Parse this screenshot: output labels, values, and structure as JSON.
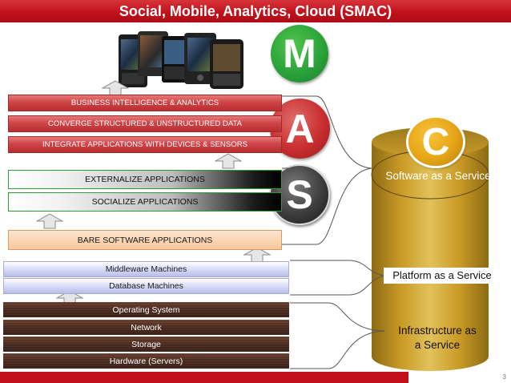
{
  "title": "Social, Mobile, Analytics, Cloud (SMAC)",
  "page_number": "3",
  "badges": {
    "m": "M",
    "a": "A",
    "s": "S",
    "c": "C"
  },
  "analytics_layers": [
    "BUSINESS INTELLIGENCE & ANALYTICS",
    "CONVERGE STRUCTURED & UNSTRUCTURED DATA",
    "INTEGRATE APPLICATIONS WITH DEVICES & SENSORS"
  ],
  "social_layers": [
    "EXTERNALIZE APPLICATIONS",
    "SOCIALIZE APPLICATIONS"
  ],
  "bare_layer": "BARE SOFTWARE APPLICATIONS",
  "middleware_layers": [
    "Middleware Machines",
    "Database Machines"
  ],
  "infrastructure_layers": [
    "Operating System",
    "Network",
    "Storage",
    "Hardware (Servers)"
  ],
  "cloud_services": {
    "saas": "Software as a Service",
    "paas": "Platform as a Service",
    "iaas_line1": "Infrastructure as",
    "iaas_line2": "a Service"
  },
  "colors": {
    "title_red": "#c1121c",
    "mobile_green": "#2aa33a",
    "analytics_red": "#c92e2f",
    "social_gray": "#3d3d3d",
    "cloud_gold": "#d9a21b"
  },
  "icons": [
    "mobile-phones-image",
    "up-arrow-icon"
  ]
}
